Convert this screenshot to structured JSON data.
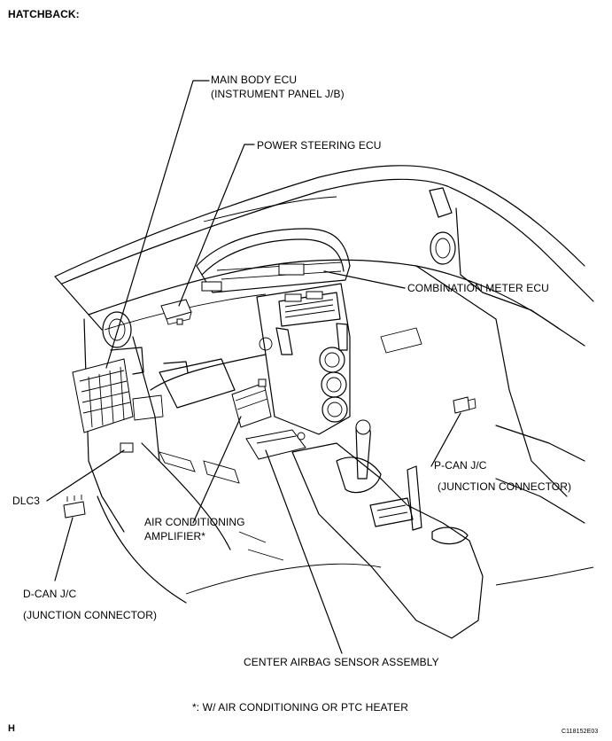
{
  "title": "HATCHBACK:",
  "labels": {
    "main_body_ecu": "MAIN BODY ECU",
    "instrument_panel_jb": "(INSTRUMENT PANEL J/B)",
    "power_steering_ecu": "POWER STEERING ECU",
    "combination_meter_ecu": "COMBINATION METER ECU",
    "p_can_jc": "P-CAN J/C",
    "p_can_junction_connector": "(JUNCTION CONNECTOR)",
    "dlc3": "DLC3",
    "air_conditioning": "AIR CONDITIONING",
    "amplifier": "AMPLIFIER*",
    "d_can_jc": "D-CAN J/C",
    "d_can_junction_connector": "(JUNCTION CONNECTOR)",
    "center_airbag_sensor_assembly": "CENTER AIRBAG SENSOR ASSEMBLY"
  },
  "footnote": "*: W/ AIR CONDITIONING OR PTC HEATER",
  "corner_mark": "H",
  "figure_code": "C118152E03"
}
